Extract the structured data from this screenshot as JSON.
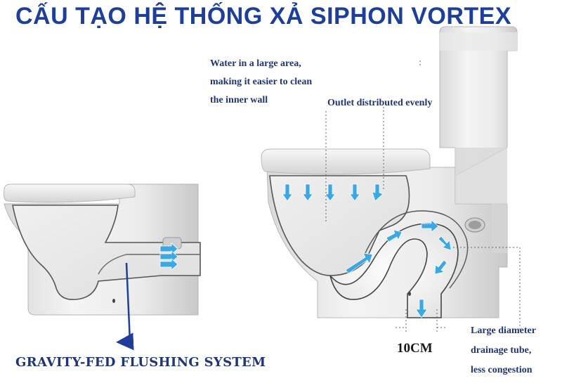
{
  "title": "CẤU TẠO HỆ THỐNG XẢ SIPHON VORTEX",
  "labels": {
    "water_area": [
      "Water in a large area,",
      "making it easier to clean",
      "the inner wall"
    ],
    "outlet": "Outlet distributed evenly",
    "drainage": [
      "Large diameter",
      "drainage tube,",
      "less congestion"
    ],
    "tube_size": "10CM",
    "gravity": "Gravity-fed flushing system"
  },
  "colors": {
    "title": "#1d3f9a",
    "label": "#1f3576",
    "flow_arrow": "#3ba7e3",
    "pointer_arrow": "#1d3f9a"
  }
}
